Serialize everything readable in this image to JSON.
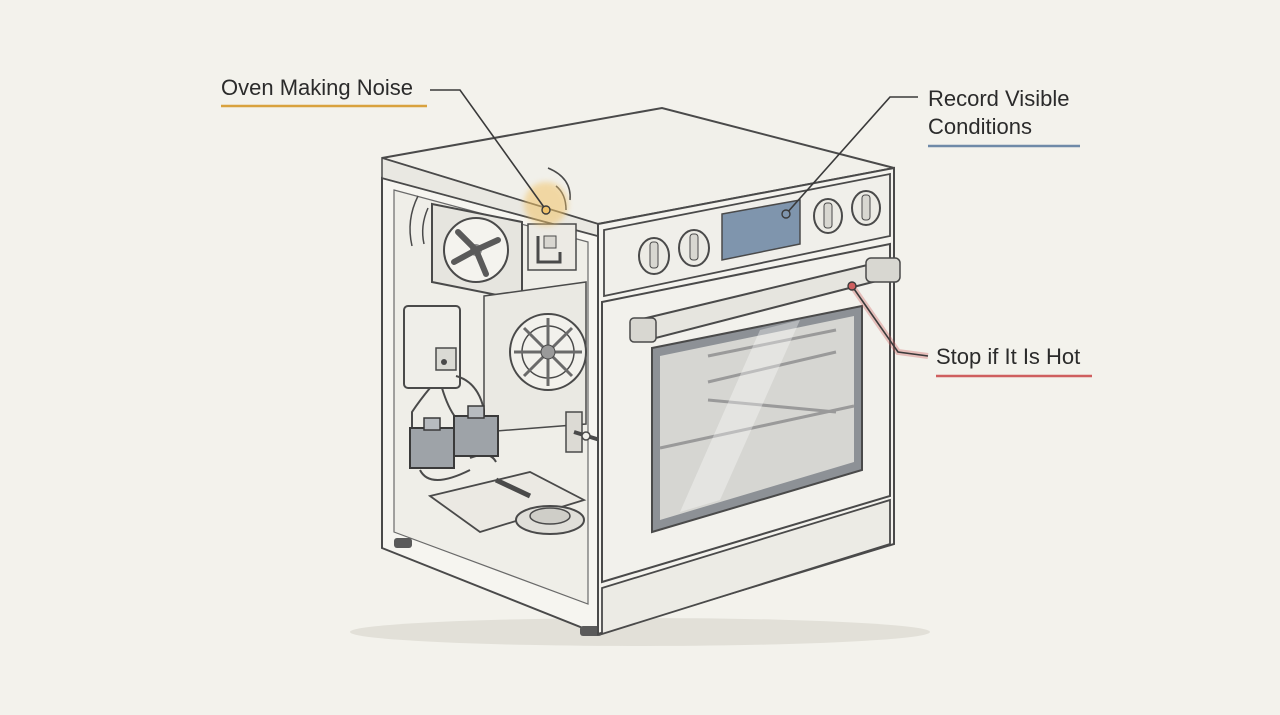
{
  "callouts": [
    {
      "id": "noise",
      "lines": [
        "Oven Making Noise"
      ],
      "color": "#d9a23e"
    },
    {
      "id": "record",
      "lines": [
        "Record Visible",
        "Conditions"
      ],
      "color": "#6f8aa8"
    },
    {
      "id": "hot",
      "lines": [
        "Stop if It Is Hot"
      ],
      "color": "#cf5f5f"
    }
  ],
  "colors": {
    "background": "#f3f2ec",
    "outline": "#4a4a4a",
    "display": "#7f95ad",
    "window": "#d6d6d2"
  }
}
